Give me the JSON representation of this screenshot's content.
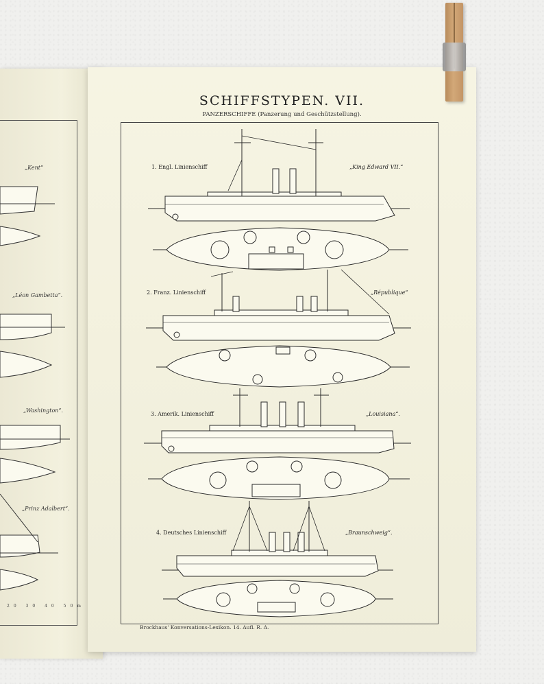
{
  "page": {
    "title": "SCHIFFSTYPEN. VII.",
    "subtitle": "PANZERSCHIFFE (Panzerung und Geschützstellung).",
    "footer": "Brockhaus' Konversations-Lexikon. 14. Aufl. R. A."
  },
  "ships": [
    {
      "label": "1. Engl. Linienschiff",
      "name": "„King Edward VII.“"
    },
    {
      "label": "2. Franz. Linienschiff",
      "name": "„République“"
    },
    {
      "label": "3. Amerik. Linienschiff",
      "name": "„Louisiana“."
    },
    {
      "label": "4. Deutsches Linienschiff",
      "name": "„Braunschweig“."
    }
  ],
  "left_page": {
    "names": [
      "„Kent“",
      "„Léon Gambetta“.",
      "„Washington“.",
      "„Prinz Adalbert“."
    ],
    "scale": "20 30 40 50m"
  },
  "colors": {
    "paper": "#f3f1de",
    "ink": "#222222",
    "wall": "#f0f0ee",
    "clip_wood": "#c9a070"
  }
}
